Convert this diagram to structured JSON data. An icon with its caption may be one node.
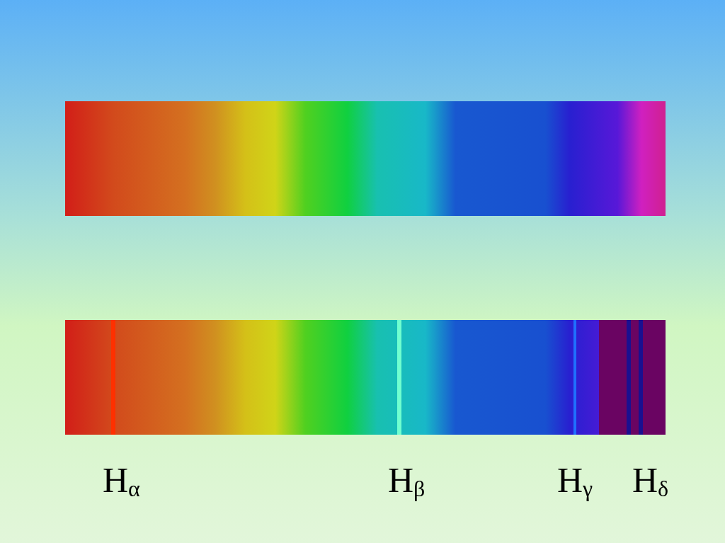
{
  "diagram": {
    "labels": [
      "H$_{α}$",
      "H$_{β}$",
      "H$_{γ}$",
      "H$_{δ}$"
    ]
  }
}
